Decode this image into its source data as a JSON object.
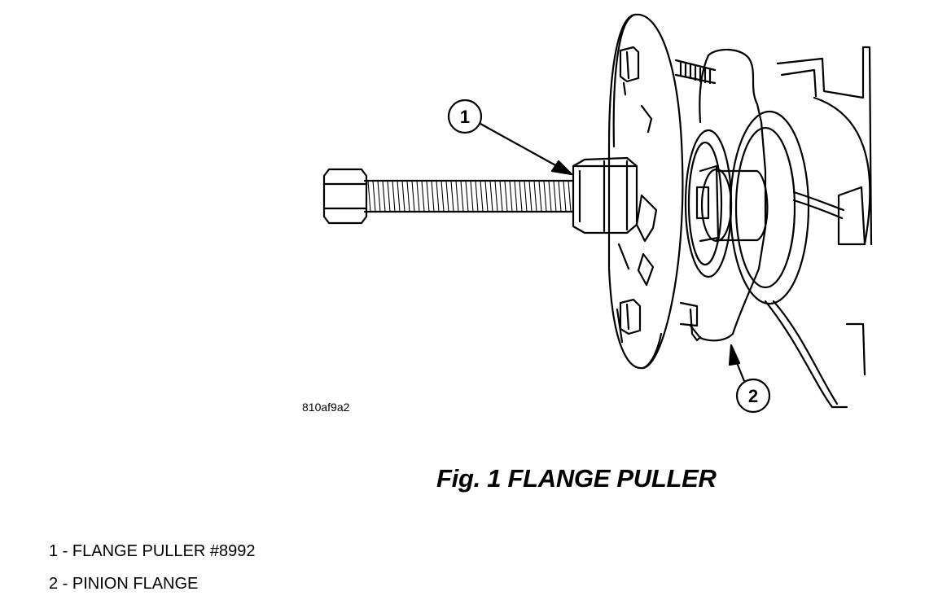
{
  "figure": {
    "image_code": "810af9a2",
    "title": "Fig. 1 FLANGE PULLER",
    "callouts": [
      {
        "number": "1",
        "target": "flange-puller"
      },
      {
        "number": "2",
        "target": "pinion-flange"
      }
    ]
  },
  "legend": {
    "items": [
      {
        "text": "1 - FLANGE PULLER #8992"
      },
      {
        "text": "2 - PINION FLANGE"
      }
    ]
  }
}
